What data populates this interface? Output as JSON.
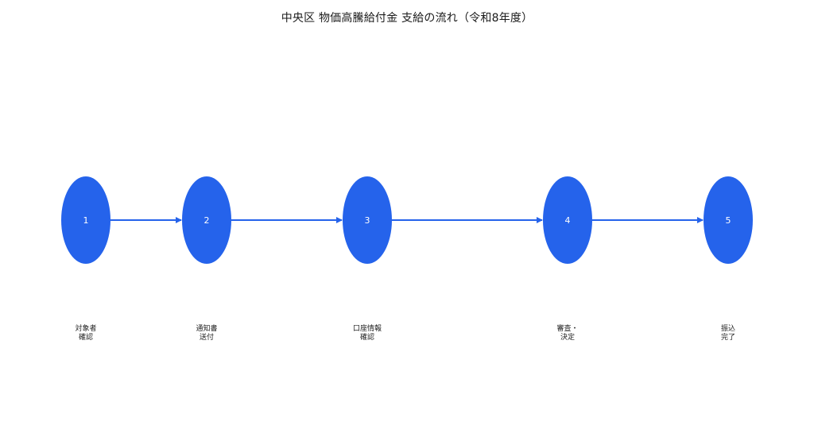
{
  "title": "中央区 物価高騰給付金 支給の流れ（令和8年度）",
  "colors": {
    "node_fill": "#2563eb",
    "node_text": "#ffffff",
    "arrow": "#2563eb",
    "label_text": "#222222"
  },
  "steps": [
    {
      "number": "1",
      "label_line1": "対象者",
      "label_line2": "確認"
    },
    {
      "number": "2",
      "label_line1": "通知書",
      "label_line2": "送付"
    },
    {
      "number": "3",
      "label_line1": "口座情報",
      "label_line2": "確認"
    },
    {
      "number": "4",
      "label_line1": "審査・",
      "label_line2": "決定"
    },
    {
      "number": "5",
      "label_line1": "振込",
      "label_line2": "完了"
    }
  ]
}
